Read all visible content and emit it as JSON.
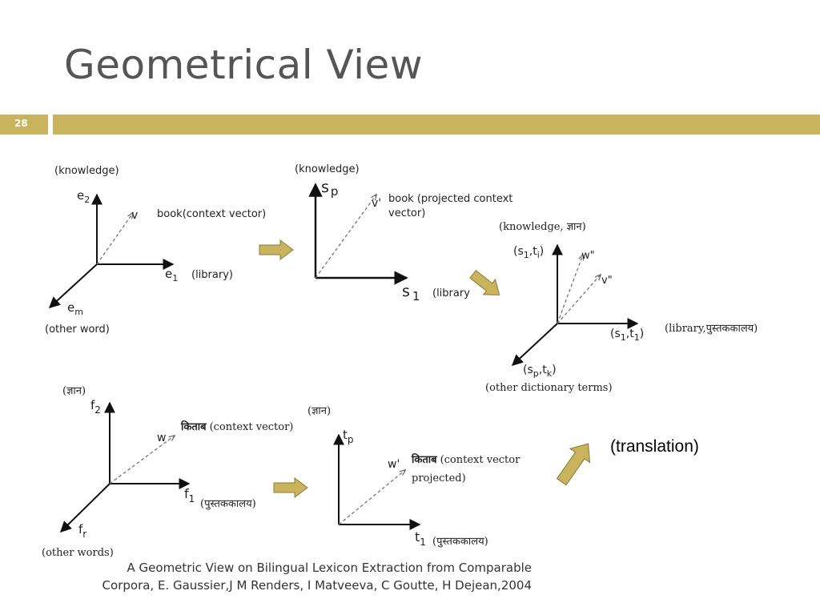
{
  "slide": {
    "title": "Geometrical View",
    "number": "28",
    "caption_line1": "A Geometric View on Bilingual Lexicon Extraction from Comparable",
    "caption_line2": "Corpora, E. Gaussier,J M Renders, I Matveeva, C Goutte, H Dejean,2004",
    "translation_label": "(translation)",
    "accent_color": "#c9b35c",
    "arrow_color": "#c9b35c"
  },
  "diagram1": {
    "axis_y_label": "(knowledge)",
    "e2_base": "e",
    "e2_sub": "2",
    "e1_base": "e",
    "e1_sub": "1",
    "e1_label": "(library)",
    "em_base": "e",
    "em_sub": "m",
    "em_label": "(other word)",
    "vector": "v",
    "vector_label": "book(context vector)"
  },
  "diagram2": {
    "axis_y_label": "(knowledge)",
    "sp_base": "s",
    "sp_sub": "p",
    "s1_base": "s",
    "s1_sub": "1",
    "s1_label": "(library",
    "vector": "v'",
    "vector_label_1": "book (projected context",
    "vector_label_2": "vector)"
  },
  "diagram3": {
    "axis_y_label": "(knowledge, ज्ञान)",
    "top_pair": "(s",
    "top_sub1": "1",
    "top_mid": ",t",
    "top_sub2": "i",
    "top_close": ")",
    "w_vector": "w\"",
    "v_vector": "v\"",
    "right_pair": "(s",
    "right_sub1": "1",
    "right_mid": ",t",
    "right_sub2": "1",
    "right_close": ")",
    "right_label": "(library,पुस्तककालय)",
    "bottom_pair": "(s",
    "bottom_sub1": "p",
    "bottom_mid": ",t",
    "bottom_sub2": "k",
    "bottom_close": ")",
    "bottom_label": "(other dictionary terms)"
  },
  "diagram4": {
    "axis_y_label": "(ज्ञान)",
    "f2_base": "f",
    "f2_sub": "2",
    "f1_base": "f",
    "f1_sub": "1",
    "f1_label": "(पुस्तककालय)",
    "fr_base": "f",
    "fr_sub": "r",
    "fr_label": "(other words)",
    "vector": "w",
    "vector_word": "किताब",
    "vector_label": "(context vector)"
  },
  "diagram5": {
    "axis_y_label": "(ज्ञान)",
    "tp_base": "t",
    "tp_sub": "p",
    "t1_base": "t",
    "t1_sub": "1",
    "t1_label": "(पुस्तककालय)",
    "vector": "w'",
    "vector_word": "किताब",
    "vector_label_1": "(context vector",
    "vector_label_2": "projected)"
  }
}
